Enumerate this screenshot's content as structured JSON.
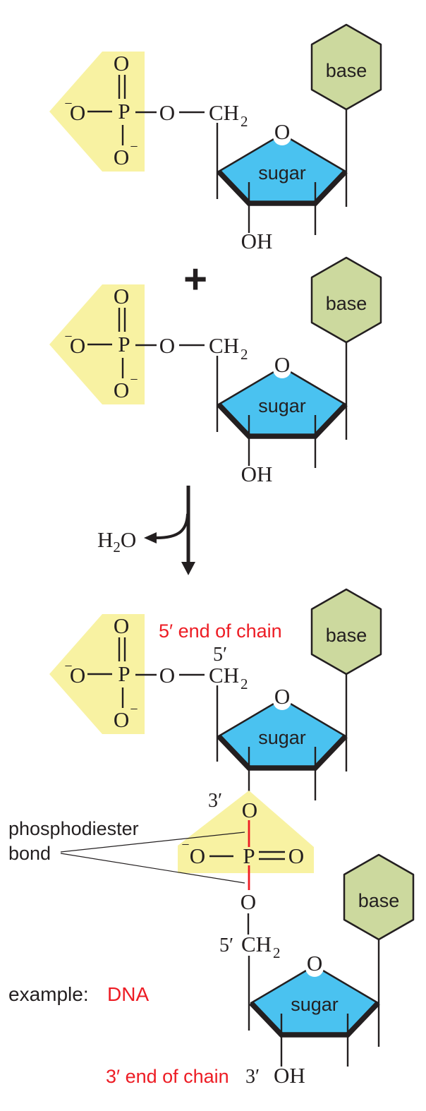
{
  "colors": {
    "phosphate_highlight": "#f8f2a2",
    "sugar_fill": "#4ac2f0",
    "base_fill": "#ccd99e",
    "outline": "#231f20",
    "accent_red": "#ed1c24",
    "background": "#ffffff"
  },
  "chemistry": {
    "oxygen": "O",
    "phosphorus": "P",
    "hydroxyl": "OH",
    "methylene": "CH",
    "subscript_two": "2",
    "hydrogen": "H",
    "charge_minus": "−"
  },
  "labels": {
    "sugar": "sugar",
    "base": "base",
    "plus": "+",
    "five_prime": "5′",
    "three_prime": "3′",
    "five_prime_end": "5′ end of chain",
    "three_prime_end": "3′ end of chain",
    "phosphodiester_word": "phosphodiester",
    "bond_word": "bond",
    "example_prefix": "example:",
    "example_value": "DNA"
  }
}
